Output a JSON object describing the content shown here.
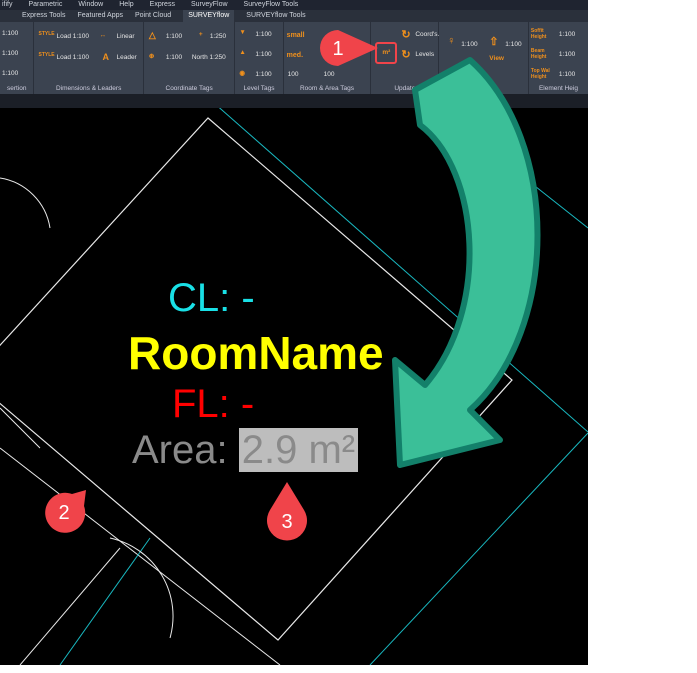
{
  "menu": [
    "ifify",
    "Parametric",
    "Window",
    "Help",
    "Express",
    "SurveyFlow",
    "SurveyFlow Tools"
  ],
  "tabs": [
    "Express Tools",
    "Featured Apps",
    "Point Cloud",
    "SURVEYflow",
    "SURVEYflow Tools"
  ],
  "active_tab": "SURVEYflow",
  "ribbon": {
    "insertion": {
      "label": "sertion",
      "items": [
        "1:100",
        "1:100",
        "1:100"
      ]
    },
    "dimensions": {
      "label": "Dimensions & Leaders",
      "load1": "Load 1:100",
      "load2": "Load 1:100",
      "linear": "Linear",
      "leader": "Leader",
      "style": "STYLE"
    },
    "coordinate": {
      "label": "Coordinate Tags",
      "a": "1:100",
      "b": "1:250",
      "c": "1:100",
      "d": "North 1:250"
    },
    "level": {
      "label": "Level Tags",
      "a": "1:100",
      "b": "1:100",
      "c": "1:100"
    },
    "room": {
      "label": "Room & Area Tags",
      "small": "small",
      "med": "med.",
      "a": "100",
      "b": "100"
    },
    "update": {
      "label": "Update",
      "coords": "Coord's.",
      "levels": "Levels",
      "m2": "m²"
    },
    "view": {
      "a": "1:100",
      "b": "1:100",
      "view": "View"
    },
    "element": {
      "label": "Element Heig",
      "soffit": "Soffit Height",
      "beam": "Beam Height",
      "topwall": "Top Wal Height",
      "a": "1:100",
      "b": "1:100",
      "c": "1:100"
    }
  },
  "tag": {
    "cl": "CL: -",
    "room": "RoomName",
    "fl": "FL: -",
    "area_label": "Area:",
    "area_value": "2.9 m²"
  },
  "markers": [
    "1",
    "2",
    "3"
  ],
  "colors": {
    "cyan": "#19e0e6",
    "yellow": "#ffff00",
    "red": "#ff0000",
    "gray": "#8a8a8a",
    "marker": "#f0444a",
    "arrow": "#3bbf98"
  }
}
